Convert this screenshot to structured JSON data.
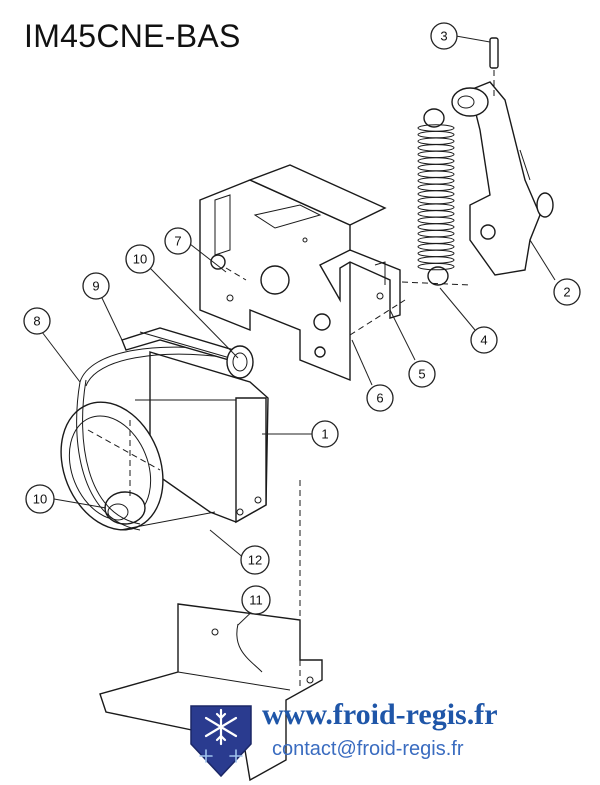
{
  "title": "IM45CNE-BAS",
  "callouts": {
    "c1": "1",
    "c2": "2",
    "c3": "3",
    "c4": "4",
    "c5": "5",
    "c6": "6",
    "c7": "7",
    "c8": "8",
    "c9": "9",
    "c10a": "10",
    "c10b": "10",
    "c11": "11",
    "c12": "12"
  },
  "branding": {
    "url": "www.froid-regis.fr",
    "email": "contact@froid-regis.fr"
  },
  "colors": {
    "brand_blue": "#1f56a8",
    "email_blue": "#3a6cc0",
    "logo_navy": "#2a3b8f"
  }
}
